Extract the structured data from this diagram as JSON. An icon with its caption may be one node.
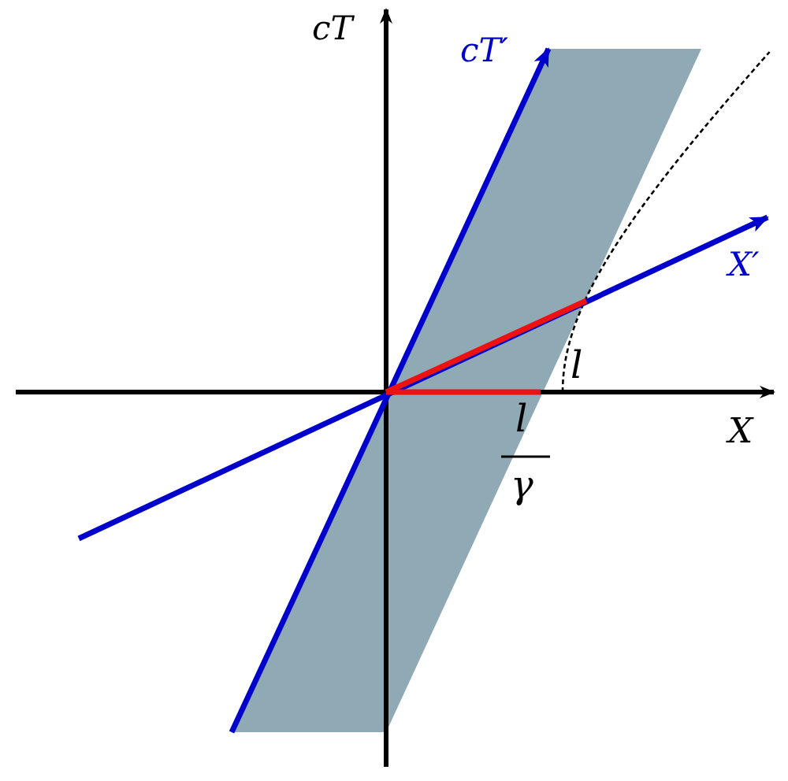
{
  "diagram": {
    "labels": [
      "cT",
      "cT′",
      "X′",
      "l",
      "X",
      "l",
      "γ"
    ]
  }
}
